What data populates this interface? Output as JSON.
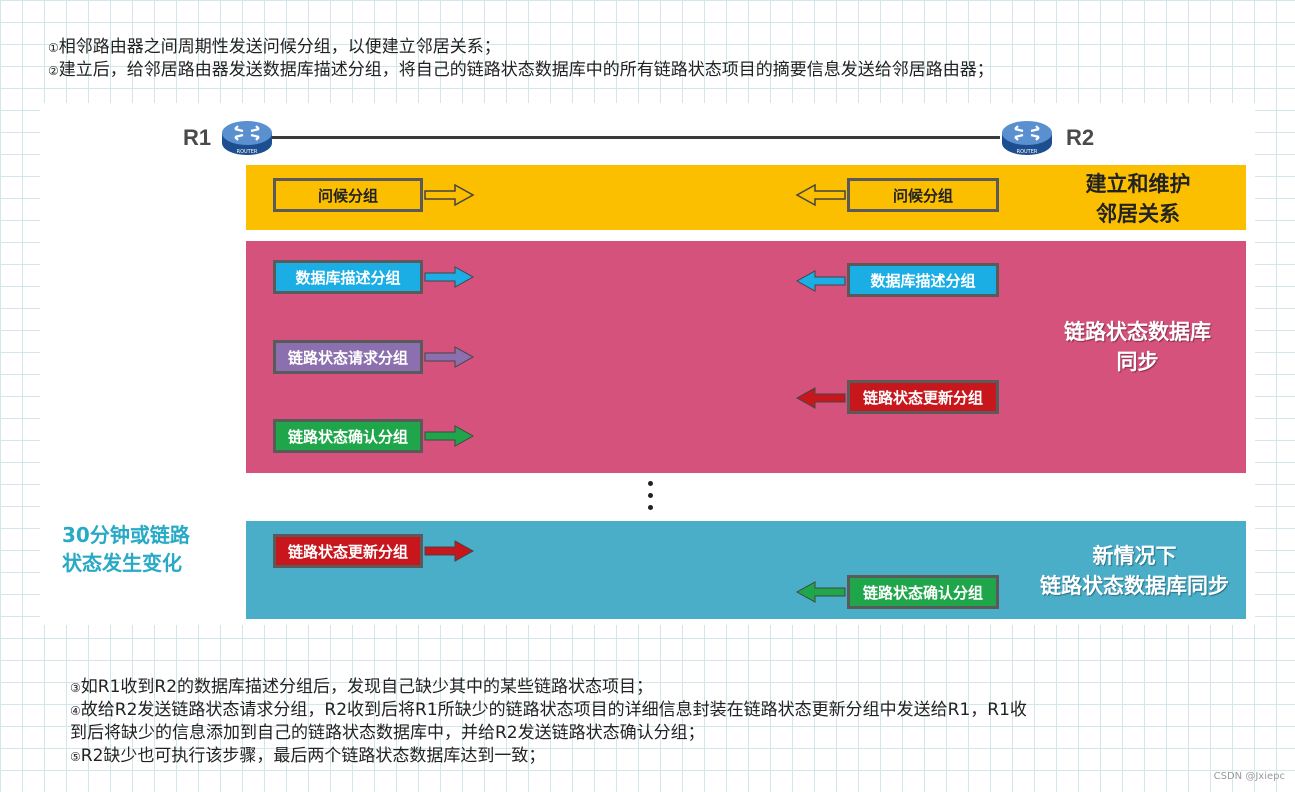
{
  "notes_top": [
    {
      "num": "①",
      "text": "相邻路由器之间周期性发送问候分组，以便建立邻居关系；"
    },
    {
      "num": "②",
      "text": "建立后，给邻居路由器发送数据库描述分组，将自己的链路状态数据库中的所有链路状态项目的摘要信息发送给邻居路由器；"
    }
  ],
  "notes_bottom": [
    {
      "num": "③",
      "text": "如R1收到R2的数据库描述分组后，发现自己缺少其中的某些链路状态项目；"
    },
    {
      "num": "④",
      "text": "故给R2发送链路状态请求分组，R2收到后将R1所缺少的链路状态项目的详细信息封装在链路状态更新分组中发送给R1，R1收"
    },
    {
      "num": "",
      "text": "到后将缺少的信息添加到自己的链路状态数据库中，并给R2发送链路状态确认分组；"
    },
    {
      "num": "⑤",
      "text": "R2缺少也可执行该步骤，最后两个链路状态数据库达到一致；"
    }
  ],
  "routers": {
    "left": "R1",
    "right": "R2",
    "icon_text": "ROUTER"
  },
  "bands": {
    "hello": {
      "label": "建立和维护\n邻居关系",
      "color": "#fcbf00"
    },
    "sync": {
      "label": "链路状态数据库\n同步",
      "color": "#d4527c"
    },
    "update": {
      "label": "新情况下\n链路状态数据库同步",
      "color": "#4aaec8"
    }
  },
  "packets": {
    "hello_r1": "问候分组",
    "hello_r2": "问候分组",
    "dd_r1": "数据库描述分组",
    "dd_r2": "数据库描述分组",
    "lsr_r1": "链路状态请求分组",
    "lsu_r2": "链路状态更新分组",
    "lsack_r1": "链路状态确认分组",
    "lsu_r1_2": "链路状态更新分组",
    "lsack_r2_2": "链路状态确认分组"
  },
  "side_label": "30分钟或链路\n状态发生变化",
  "colors": {
    "pkt_yellow": "#fcbf00",
    "pkt_blue": "#1aaee5",
    "pkt_purple": "#8b6fae",
    "pkt_red": "#c8161d",
    "pkt_green": "#1fa64a"
  },
  "watermark": "CSDN @Jxiepc"
}
